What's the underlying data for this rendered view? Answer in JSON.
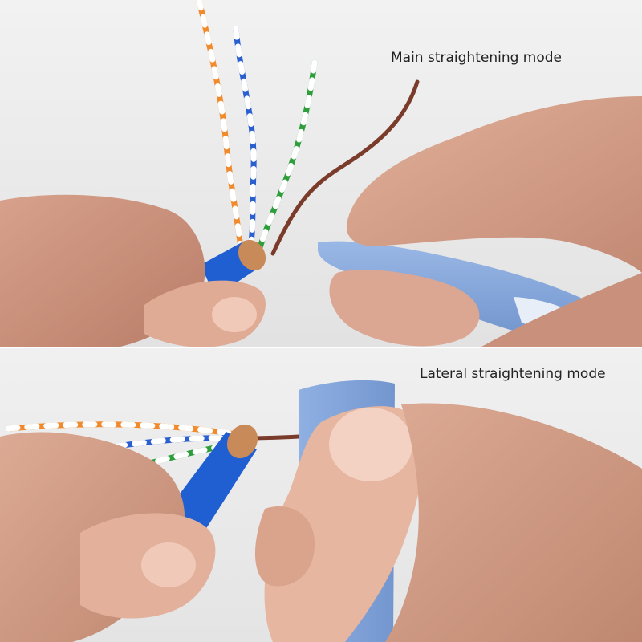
{
  "captions": {
    "main": "Main straightening mode",
    "lateral": "Lateral straightening mode"
  },
  "colors": {
    "background": "#ececec",
    "skin": "#d9a690",
    "tool_blue": "#7fa3d9",
    "cable_blue": "#1f5fd1",
    "wire_orange": "#f08a2c",
    "wire_blue": "#2a5fcf",
    "wire_green": "#2e9e3c",
    "wire_brown": "#7a3b2a"
  },
  "scene": {
    "top_panel": [
      "hand-left",
      "hand-right",
      "blue-cable",
      "twisted-pairs",
      "straightener-tool"
    ],
    "bottom_panel": [
      "hand-left",
      "hand-right",
      "blue-cable",
      "twisted-pairs",
      "straightener-tool"
    ]
  }
}
